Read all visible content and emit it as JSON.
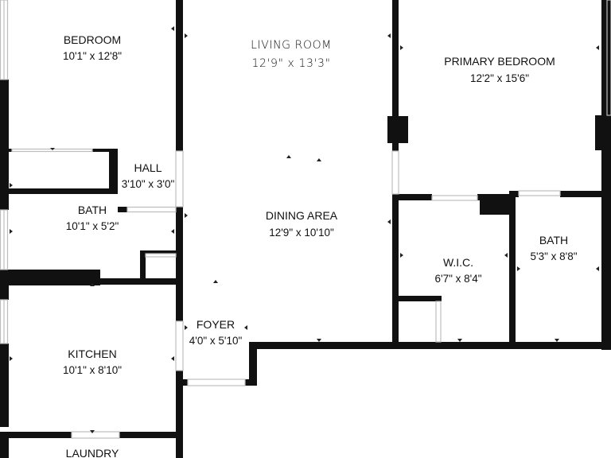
{
  "rooms": [
    {
      "key": "bedroom",
      "name": "BEDROOM",
      "dims": "10'1\" x 12'8\""
    },
    {
      "key": "living-room",
      "name": "LIVING ROOM",
      "dims": "12'9\" x 13'3\""
    },
    {
      "key": "primary-bedroom",
      "name": "PRIMARY BEDROOM",
      "dims": "12'2\" x 15'6\""
    },
    {
      "key": "hall",
      "name": "HALL",
      "dims": "3'10\" x 3'0\""
    },
    {
      "key": "bath-1",
      "name": "BATH",
      "dims": "10'1\" x 5'2\""
    },
    {
      "key": "dining-area",
      "name": "DINING AREA",
      "dims": "12'9\" x 10'10\""
    },
    {
      "key": "wic",
      "name": "W.I.C.",
      "dims": "6'7\" x 8'4\""
    },
    {
      "key": "bath-2",
      "name": "BATH",
      "dims": "5'3\" x 8'8\""
    },
    {
      "key": "foyer",
      "name": "FOYER",
      "dims": "4'0\" x 5'10\""
    },
    {
      "key": "kitchen",
      "name": "KITCHEN",
      "dims": "10'1\" x 8'10\""
    },
    {
      "key": "laundry",
      "name": "LAUNDRY",
      "dims": ""
    }
  ],
  "colors": {
    "wall": "#111111",
    "opening": "#cfcfcf",
    "background": "#ffffff"
  }
}
